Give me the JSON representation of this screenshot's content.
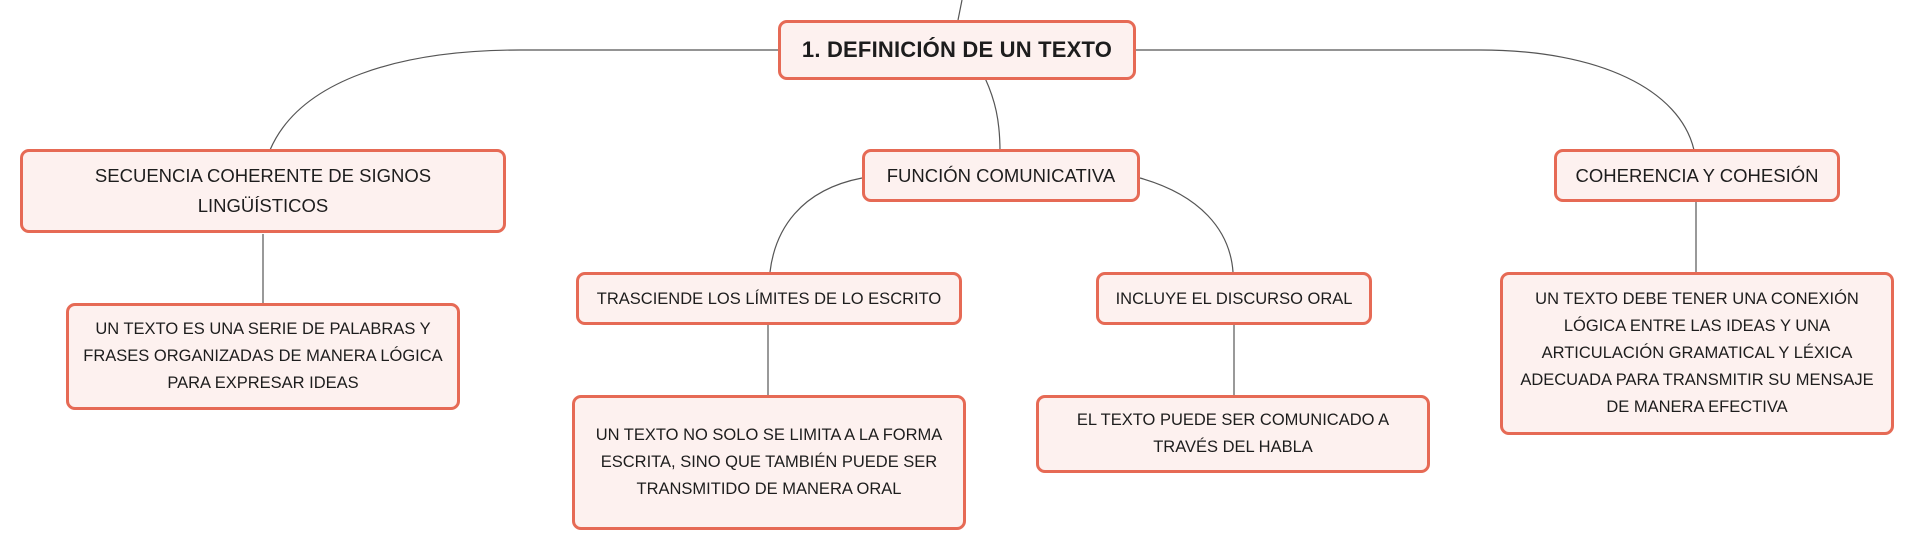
{
  "diagram": {
    "type": "mind-map",
    "accent_color": "#e66a55",
    "node_fill": "#fdf1ef",
    "connector_color": "#555555",
    "root": {
      "label": "1. DEFINICIÓN DE UN TEXTO"
    },
    "branches": [
      {
        "label": "SECUENCIA COHERENTE DE SIGNOS LINGÜÍSTICOS",
        "children": [
          {
            "label": "UN TEXTO ES UNA SERIE DE PALABRAS Y FRASES ORGANIZADAS DE MANERA LÓGICA PARA EXPRESAR IDEAS"
          }
        ]
      },
      {
        "label": "FUNCIÓN COMUNICATIVA",
        "children": [
          {
            "label": "TRASCIENDE LOS LÍMITES DE LO ESCRITO",
            "children": [
              {
                "label": "UN TEXTO NO SOLO SE LIMITA A LA FORMA ESCRITA, SINO QUE TAMBIÉN PUEDE SER TRANSMITIDO DE MANERA ORAL"
              }
            ]
          },
          {
            "label": "INCLUYE EL DISCURSO ORAL",
            "children": [
              {
                "label": "EL TEXTO PUEDE SER COMUNICADO A TRAVÉS DEL HABLA"
              }
            ]
          }
        ]
      },
      {
        "label": "COHERENCIA Y COHESIÓN",
        "children": [
          {
            "label": "UN TEXTO DEBE TENER UNA CONEXIÓN LÓGICA ENTRE LAS IDEAS Y UNA ARTICULACIÓN GRAMATICAL Y LÉXICA ADECUADA PARA TRANSMITIR SU MENSAJE DE MANERA EFECTIVA"
          }
        ]
      }
    ]
  }
}
